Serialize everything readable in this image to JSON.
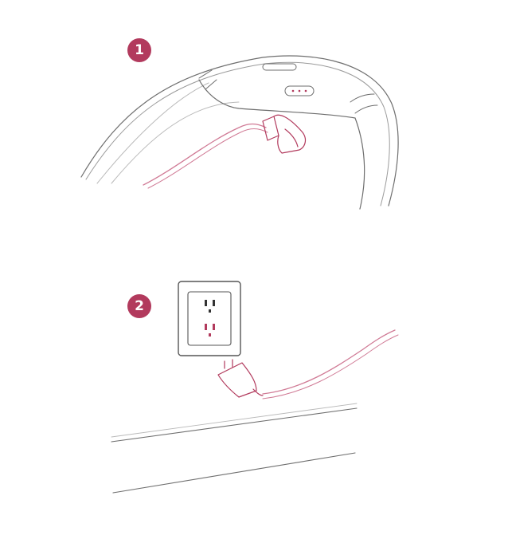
{
  "colors": {
    "badge": "#b23a5d",
    "accent_line": "#d07a95",
    "outline": "#6e6e6e",
    "faint_outline": "#b9b9b9"
  },
  "steps": [
    {
      "number": "1",
      "illustration": "cable-plugged-into-device"
    },
    {
      "number": "2",
      "illustration": "adapter-plugged-into-wall-outlet"
    }
  ]
}
